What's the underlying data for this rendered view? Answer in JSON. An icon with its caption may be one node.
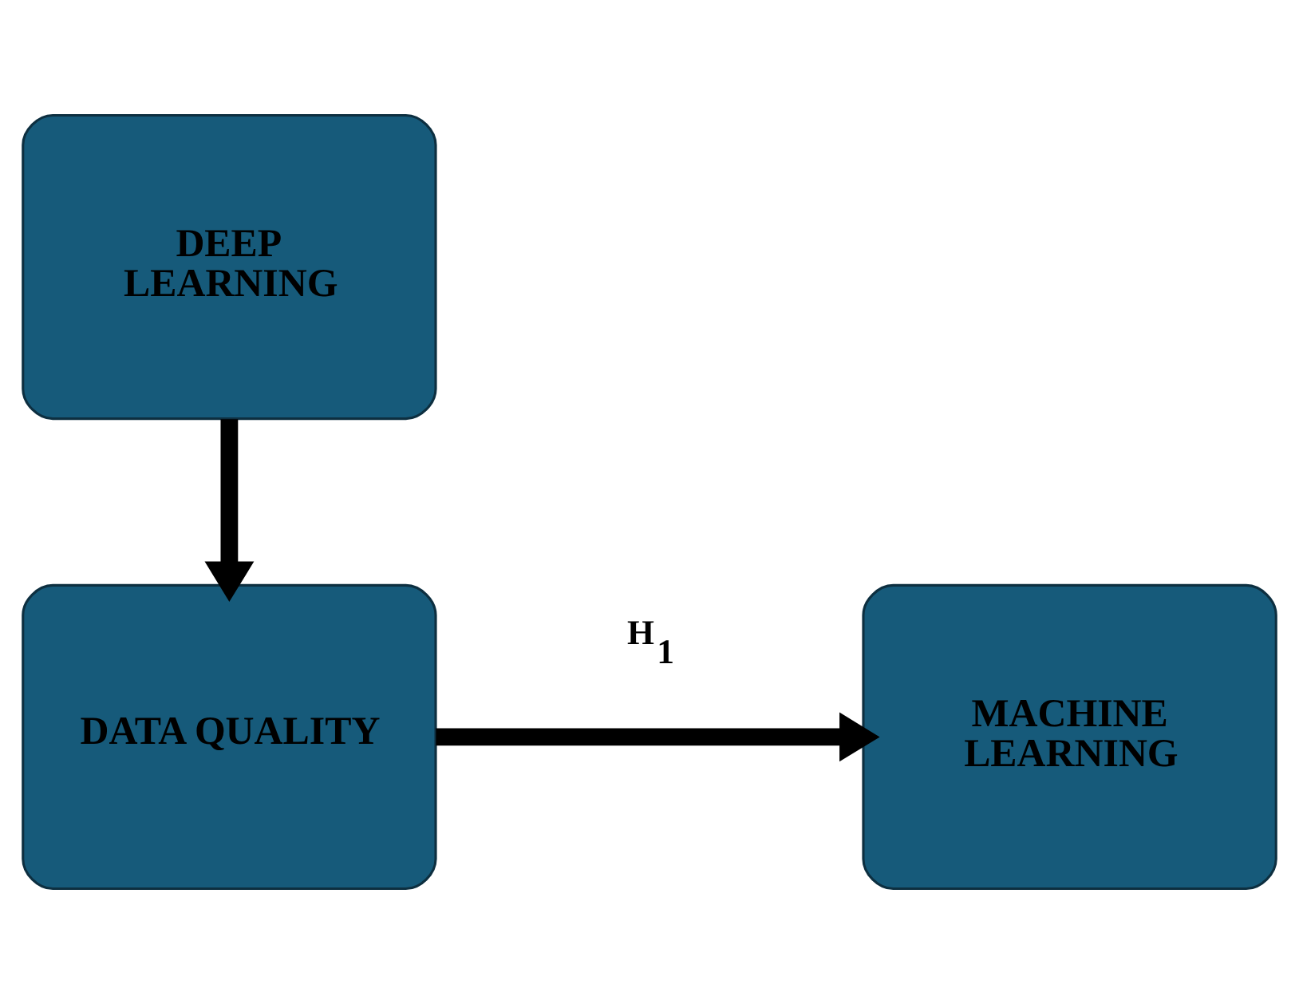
{
  "diagram": {
    "nodes": [
      {
        "text": [
          "DEEP LEARNING"
        ]
      },
      {
        "text": [
          "DATA QUALITY"
        ]
      },
      {
        "text": [
          "MACHINE LEARNING"
        ]
      }
    ],
    "edges": [
      {
        "from": 0,
        "to": 1,
        "arrow": "to"
      },
      {
        "from": 1,
        "to": 2,
        "arrow": "to",
        "label": "H$_{1}$"
      }
    ]
  }
}
